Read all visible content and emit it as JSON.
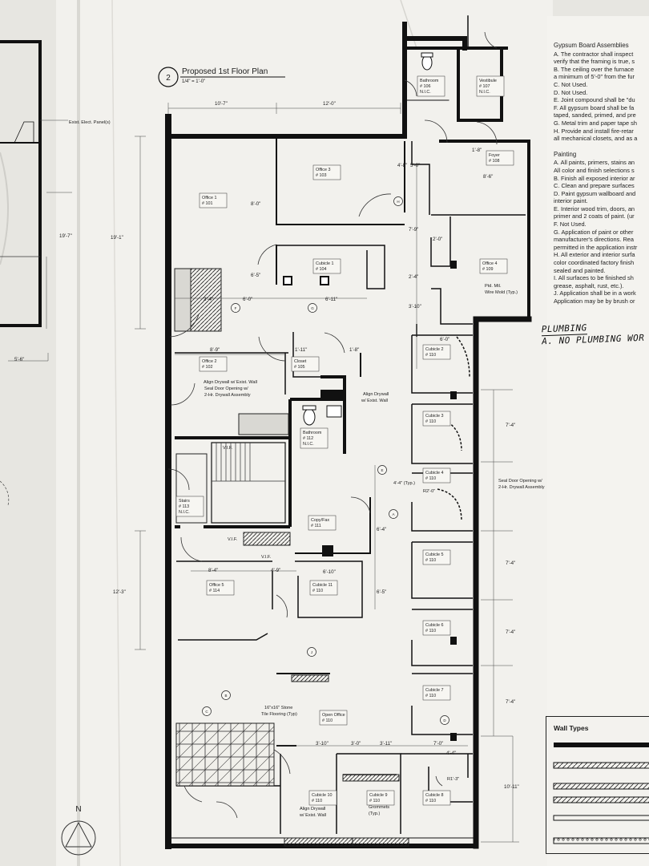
{
  "title": {
    "number": "2",
    "label": "Proposed 1st Floor Plan",
    "scale": "1/4\" = 1'-0\""
  },
  "rooms": {
    "office_1": [
      "Office 1",
      "# 101"
    ],
    "office_2": [
      "Office 2",
      "# 102"
    ],
    "office_3": [
      "Office 3",
      "# 103"
    ],
    "cubicle_1": [
      "Cubicle 1",
      "# 104"
    ],
    "closet": [
      "Closet",
      "# 105"
    ],
    "bathroom_106": [
      "Bathroom",
      "# 106",
      "N.I.C."
    ],
    "vestibule": [
      "Vestibule",
      "# 107",
      "N.I.C."
    ],
    "foyer": [
      "Foyer",
      "# 108"
    ],
    "office_4": [
      "Office 4",
      "# 109"
    ],
    "cubicle_2": [
      "Cubicle 2",
      "# 110"
    ],
    "cubicle_3": [
      "Cubicle 3",
      "# 110"
    ],
    "cubicle_4": [
      "Cubicle 4",
      "# 110"
    ],
    "cubicle_5": [
      "Cubicle 5",
      "# 110"
    ],
    "cubicle_6": [
      "Cubicle 6",
      "# 110"
    ],
    "cubicle_7": [
      "Cubicle 7",
      "# 110"
    ],
    "cubicle_8": [
      "Cubicle 8",
      "# 110"
    ],
    "cubicle_9": [
      "Cubicle 9",
      "# 110"
    ],
    "cubicle_10": [
      "Cubicle 10",
      "# 110"
    ],
    "cubicle_11": [
      "Cubicle 11",
      "# 110"
    ],
    "copy_fax": [
      "Copy/Fax",
      "# 111"
    ],
    "bathroom_112": [
      "Bathroom",
      "# 112",
      "N.I.C."
    ],
    "stairs": [
      "Stairs",
      "# 113",
      "N.I.C."
    ],
    "office_5": [
      "Office 5",
      "# 114"
    ],
    "open_office": [
      "Open Office",
      "# 110"
    ]
  },
  "annotations": {
    "exist_panel": "Exist. Elect. Panel(s)",
    "align_drywall": [
      "Align Drywall w/ Exist. Wall",
      "Seal Door Opening w/",
      "2-Hr. Drywall Assembly"
    ],
    "align_drywall_closet": [
      "Align Drywall",
      "w/ Exist. Wall"
    ],
    "wire_mold": [
      "Ptd. Mtl.",
      "Wire Mold (Typ.)"
    ],
    "seal_door_right": [
      "Seal Door Opening w/",
      "2-Hr. Drywall Assembly"
    ],
    "stone_floor": [
      "16\"x16\" Stone",
      "Tile Flooring (Typ)"
    ],
    "align_drywall_bottom": [
      "Align Drywall",
      "w/ Exist. Wall"
    ],
    "grommets": [
      "Grommets",
      "(Typ.)"
    ],
    "vif": "V.I.F.",
    "typ": "4'-4\" (Typ.)",
    "r2": "R2'-0\"",
    "r1": "R1'-3\""
  },
  "dimensions": {
    "top_left": "10'-7\"",
    "top_right": "12'-0\"",
    "left_19_1": "19'-1\"",
    "outer_19_7": "19'-7\"",
    "outer_5_6": "5'-6\"",
    "d_8_0": "8'-0\"",
    "d_6_5": "6'-5\"",
    "d_2_4": "2'-4\"",
    "d_6_0": "6'-0\"",
    "d_6_11": "6'-11\"",
    "d_8_9": "8'-9\"",
    "d_1_11": "1'-11\"",
    "d_1_8": "1'-8\"",
    "d_4_8": "4'-8\"",
    "d_5_0": "5'-0\"",
    "d_7_9": "7'-9\"",
    "d_2_0": "2'-0\"",
    "d_2_4b": "2'-4\"",
    "d_3_10": "3'-10\"",
    "d_1_8b": "1'-8\"",
    "d_8_6": "8'-6\"",
    "d_6_0b": "6'-0\"",
    "d_7_4a": "7'-4\"",
    "d_7_4b": "7'-4\"",
    "d_7_4c": "7'-4\"",
    "d_7_4d": "7'-4\"",
    "d_10_11": "10'-11\"",
    "d_6_4": "6'-4\"",
    "d_6_5b": "6'-5\"",
    "d_6_10": "6'-10\"",
    "d_8_4": "8'-4\"",
    "d_4_9": "4'-9\"",
    "d_12_3": "12'-3\"",
    "d_3_10b": "3'-10\"",
    "d_3_0": "3'-0\"",
    "d_3_11": "3'-11\"",
    "d_7_0": "7'-0\"",
    "d_4_4": "4'-4\""
  },
  "markers": [
    "H",
    "F",
    "G",
    "E",
    "A",
    "J",
    "B",
    "C",
    "D"
  ],
  "north_label": "N",
  "notes": {
    "gypsum_heading": "Gypsum Board Assemblies",
    "gypsum_lines": [
      "A. The contractor shall inspect",
      "verify that the framing is true, s",
      "B. The ceiling over the furnace",
      "a minimum of 5'-0\" from the fur",
      "C. Not Used.",
      "D. Not Used.",
      "E. Joint compound shall be \"du",
      "F. All gypsum board shall be fa",
      "taped, sanded, primed, and pre",
      "G. Metal trim and paper tape sh",
      "H. Provide and install fire-retar",
      "all mechanical closets, and as a"
    ],
    "painting_heading": "Painting",
    "painting_lines": [
      "A. All paints, primers, stains an",
      "All color and finish selections s",
      "B. Finish all exposed interior ar",
      "C. Clean and prepare surfaces",
      "D. Paint gypsum wallboard and",
      "interior paint.",
      "E. Interior wood trim, doors, an",
      "primer and 2 coats of paint. (ur",
      "F. Not Used.",
      "G. Application of paint or other",
      "manufacturer's directions. Rea",
      "permitted in the application instr",
      "H. All exterior and interior surfa",
      "color coordinated factory finish",
      "sealed and painted.",
      "I. All surfaces to be finished sh",
      "grease, asphalt, rust, etc.).",
      "J. Application shall be in a work",
      "Application may be by brush or"
    ]
  },
  "handwritten": [
    "PLUMBING",
    "A. NO PLUMBING WOR"
  ],
  "legend_title": "Wall Types"
}
